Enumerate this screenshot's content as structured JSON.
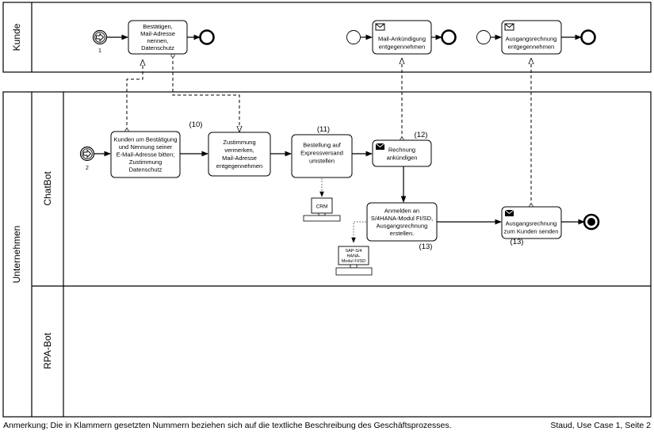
{
  "pools": {
    "kunde": {
      "label": "Kunde"
    },
    "unternehmen": {
      "label": "Unternehmen",
      "lanes": {
        "chatbot": "ChatBot",
        "rpa": "RPA-Bot"
      }
    }
  },
  "start_events": {
    "kunde": "1",
    "chatbot": "2"
  },
  "tasks": {
    "bestaetigen": "Bestätigen,\nMail-Adresse\nnennen,\nDatenschutz",
    "mail_ankuendigung": "Mail-Ankündigung\nentgegennehmen",
    "ausgangsrechnung_entgegen": "Ausgangsrechnung\nentgegennehmen",
    "kunden_bitten": "Kunden um Bestätigung\nund Nennung seiner\nE-Mail-Adresse bitten;\nZustimmung\nDatenschutz",
    "zustimmung_vermerken": "Zustimmung\nvermerken,\nMail-Adresse\nentgegennehmen",
    "bestellung_umstellen": "Bestellung auf\nExpressversand\numstellen",
    "rechnung_ankuendigen": "Rechnung\nankündigen",
    "anmelden_sap": "Anmelden an\nS/4HANA-Modul FI/SD,\nAusgangsrechnung\nerstellen.",
    "rechnung_senden": "Ausgangsrechnung\nzum Kunden senden"
  },
  "step_numbers": {
    "zustimmung": "(10)",
    "bestellung": "(11)",
    "rechnung": "(12)",
    "anmelden": "(13)",
    "senden": "(13)"
  },
  "systems": {
    "crm": "CRM",
    "sap": "SAP-S/4\nHANA-\nModul FI/SD"
  },
  "footer": {
    "note": "Anmerkung; Die in Klammern gesetzten Nummern beziehen sich auf die textliche Beschreibung des Geschäftsprozesses.",
    "page": "Staud, Use Case 1, Seite 2"
  }
}
